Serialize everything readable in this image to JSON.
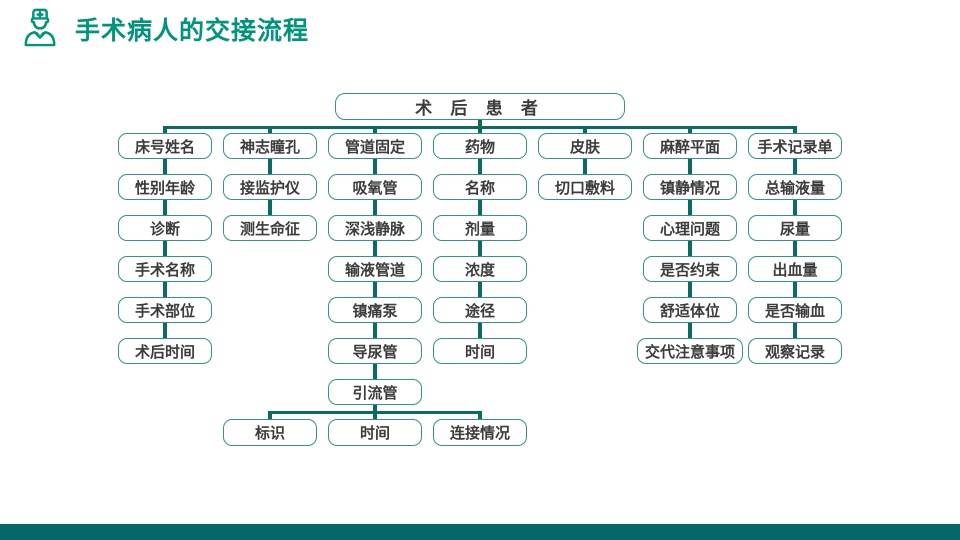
{
  "header": {
    "title": "手术病人的交接流程",
    "icon": "doctor-icon"
  },
  "chart_data": {
    "type": "tree",
    "title": "手术病人的交接流程",
    "root": "术  后  患  者",
    "columns": [
      {
        "items": [
          "床号姓名",
          "性别年龄",
          "诊断",
          "手术名称",
          "手术部位",
          "术后时间"
        ]
      },
      {
        "items": [
          "神志瞳孔",
          "接监护仪",
          "测生命征"
        ]
      },
      {
        "items": [
          "管道固定",
          "吸氧管",
          "深浅静脉",
          "输液管道",
          "镇痛泵",
          "导尿管",
          "引流管"
        ]
      },
      {
        "items": [
          "药物",
          "名称",
          "剂量",
          "浓度",
          "途径",
          "时间"
        ]
      },
      {
        "items": [
          "皮肤",
          "切口敷料"
        ]
      },
      {
        "items": [
          "麻醉平面",
          "镇静情况",
          "心理问题",
          "是否约束",
          "舒适体位",
          "交代注意事项"
        ]
      },
      {
        "items": [
          "手术记录单",
          "总输液量",
          "尿量",
          "出血量",
          "是否输血",
          "观察记录"
        ]
      }
    ],
    "sub_tree": {
      "parent": "引流管",
      "parent_column": 2,
      "children": [
        "标识",
        "时间",
        "连接情况"
      ]
    },
    "layout_hint": "root top-center, 7 columns below, sub-tree under last node of column 3"
  },
  "colors": {
    "accent": "#00947B",
    "node_border": "#35918C",
    "connector": "#0A6B62",
    "node_text": "#3C3C3C",
    "footer_bar": "#04686A"
  }
}
